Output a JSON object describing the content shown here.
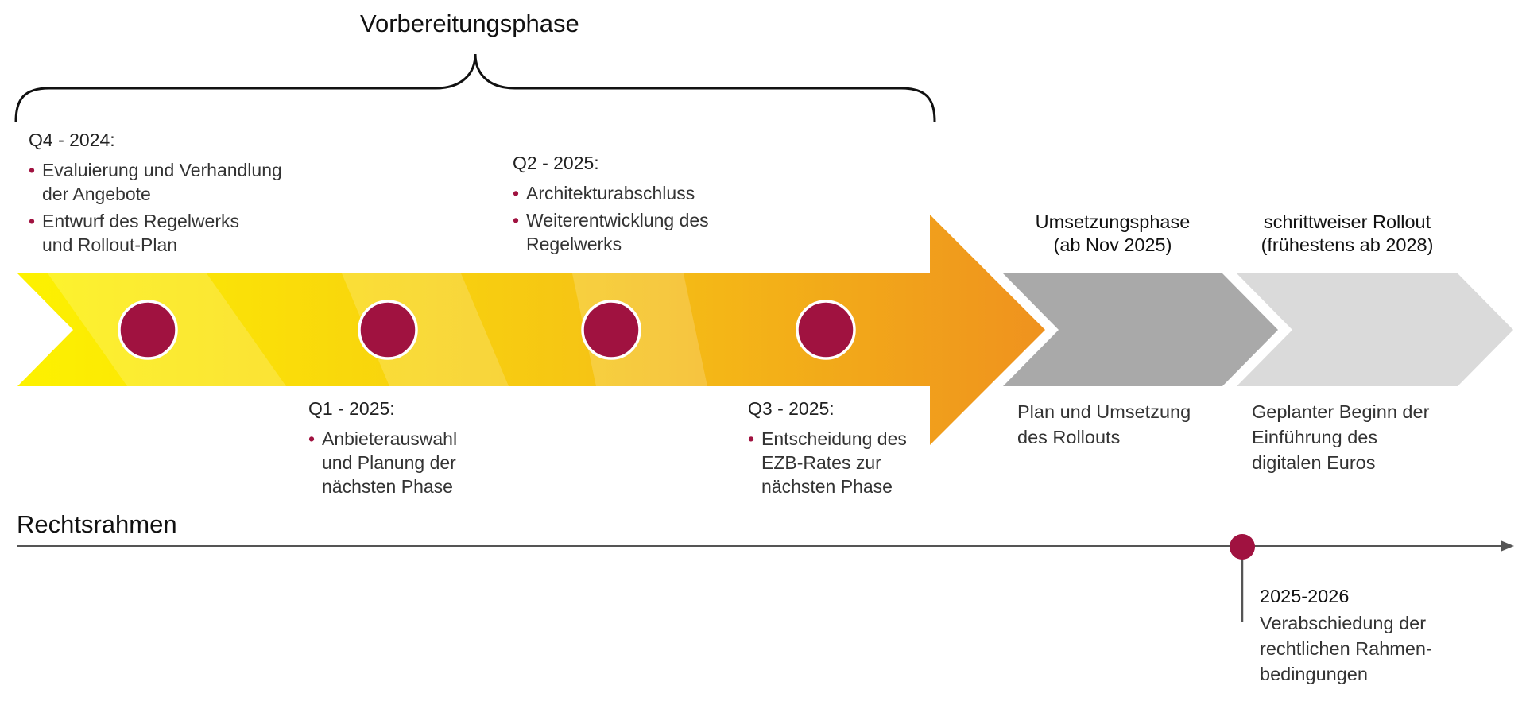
{
  "header": {
    "title": "Vorbereitungsphase"
  },
  "prep_milestones": [
    {
      "label": "Q4 - 2024:",
      "items": [
        "Evaluierung und Verhandlung der Angebote",
        "Entwurf des Regelwerks und Rollout-Plan"
      ]
    },
    {
      "label": "Q1 - 2025:",
      "items": [
        "Anbieterauswahl und Planung der nächsten Phase"
      ]
    },
    {
      "label": "Q2 - 2025:",
      "items": [
        "Architekturabschluss",
        "Weiterentwicklung des Regelwerks"
      ]
    },
    {
      "label": "Q3 - 2025:",
      "items": [
        "Entscheidung des EZB-Rates zur nächsten Phase"
      ]
    }
  ],
  "phases": [
    {
      "title_line1": "Umsetzungsphase",
      "title_line2": "(ab Nov 2025)",
      "desc_line1": "Plan und Umsetzung",
      "desc_line2": "des Rollouts"
    },
    {
      "title_line1": "schrittweiser Rollout",
      "title_line2": "(frühestens ab 2028)",
      "desc_line1": "Geplanter Beginn der",
      "desc_line2": "Einführung des",
      "desc_line3": "digitalen Euros"
    }
  ],
  "legal": {
    "title": "Rechtsrahmen",
    "milestone_date": "2025-2026",
    "desc_line1": "Verabschiedung der",
    "desc_line2": "rechtlichen Rahmen-",
    "desc_line3": "bedingungen"
  },
  "colors": {
    "milestone": "#a01240",
    "arrow_start": "#fdf200",
    "arrow_end": "#ef921e",
    "phase2": "#a9a9a9",
    "phase3": "#dadada",
    "axis": "#555555"
  }
}
